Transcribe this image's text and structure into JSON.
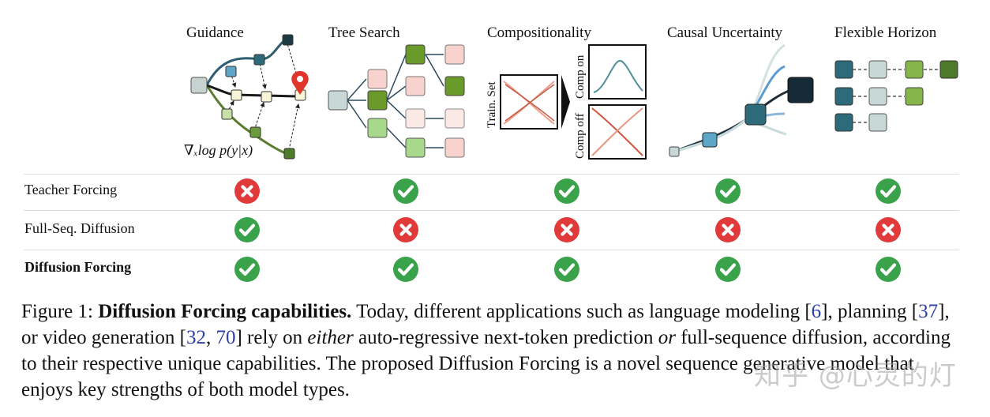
{
  "columns": [
    {
      "title": "Guidance"
    },
    {
      "title": "Tree Search"
    },
    {
      "title": "Compositionality"
    },
    {
      "title": "Causal Uncertainty"
    },
    {
      "title": "Flexible Horizon"
    }
  ],
  "guidance_formula": "∇ₓlog p(y|x)",
  "compositionality_labels": {
    "train_set": "Train. Set",
    "comp_on": "Comp on",
    "comp_off": "Comp off"
  },
  "rows": [
    {
      "label": "Teacher Forcing",
      "bold": false,
      "marks": [
        "cross",
        "check",
        "check",
        "check",
        "check"
      ]
    },
    {
      "label": "Full-Seq. Diffusion",
      "bold": false,
      "marks": [
        "check",
        "cross",
        "cross",
        "cross",
        "cross"
      ]
    },
    {
      "label": "Diffusion Forcing",
      "bold": true,
      "marks": [
        "check",
        "check",
        "check",
        "check",
        "check"
      ]
    }
  ],
  "colors": {
    "check": "#3aa24a",
    "cross": "#e13a3a",
    "link": "#2c3ea8"
  },
  "caption": {
    "figure_label": "Figure 1: ",
    "bold_title": "Diffusion Forcing capabilities.",
    "t1": " Today, different applications such as language modeling [",
    "r1": "6",
    "t2": "], planning [",
    "r2": "37",
    "t3": "], or video generation [",
    "r3": "32",
    "t4": ", ",
    "r4": "70",
    "t5": "] rely on ",
    "i1": "either",
    "t6": " auto-regressive next-token prediction ",
    "i2": "or",
    "t7": " full-sequence diffusion, according to their respective unique capabilities. The proposed Diffusion Forcing is a novel sequence generative model that enjoys key strengths of both model types."
  },
  "watermark": "知乎 @心灵的灯"
}
